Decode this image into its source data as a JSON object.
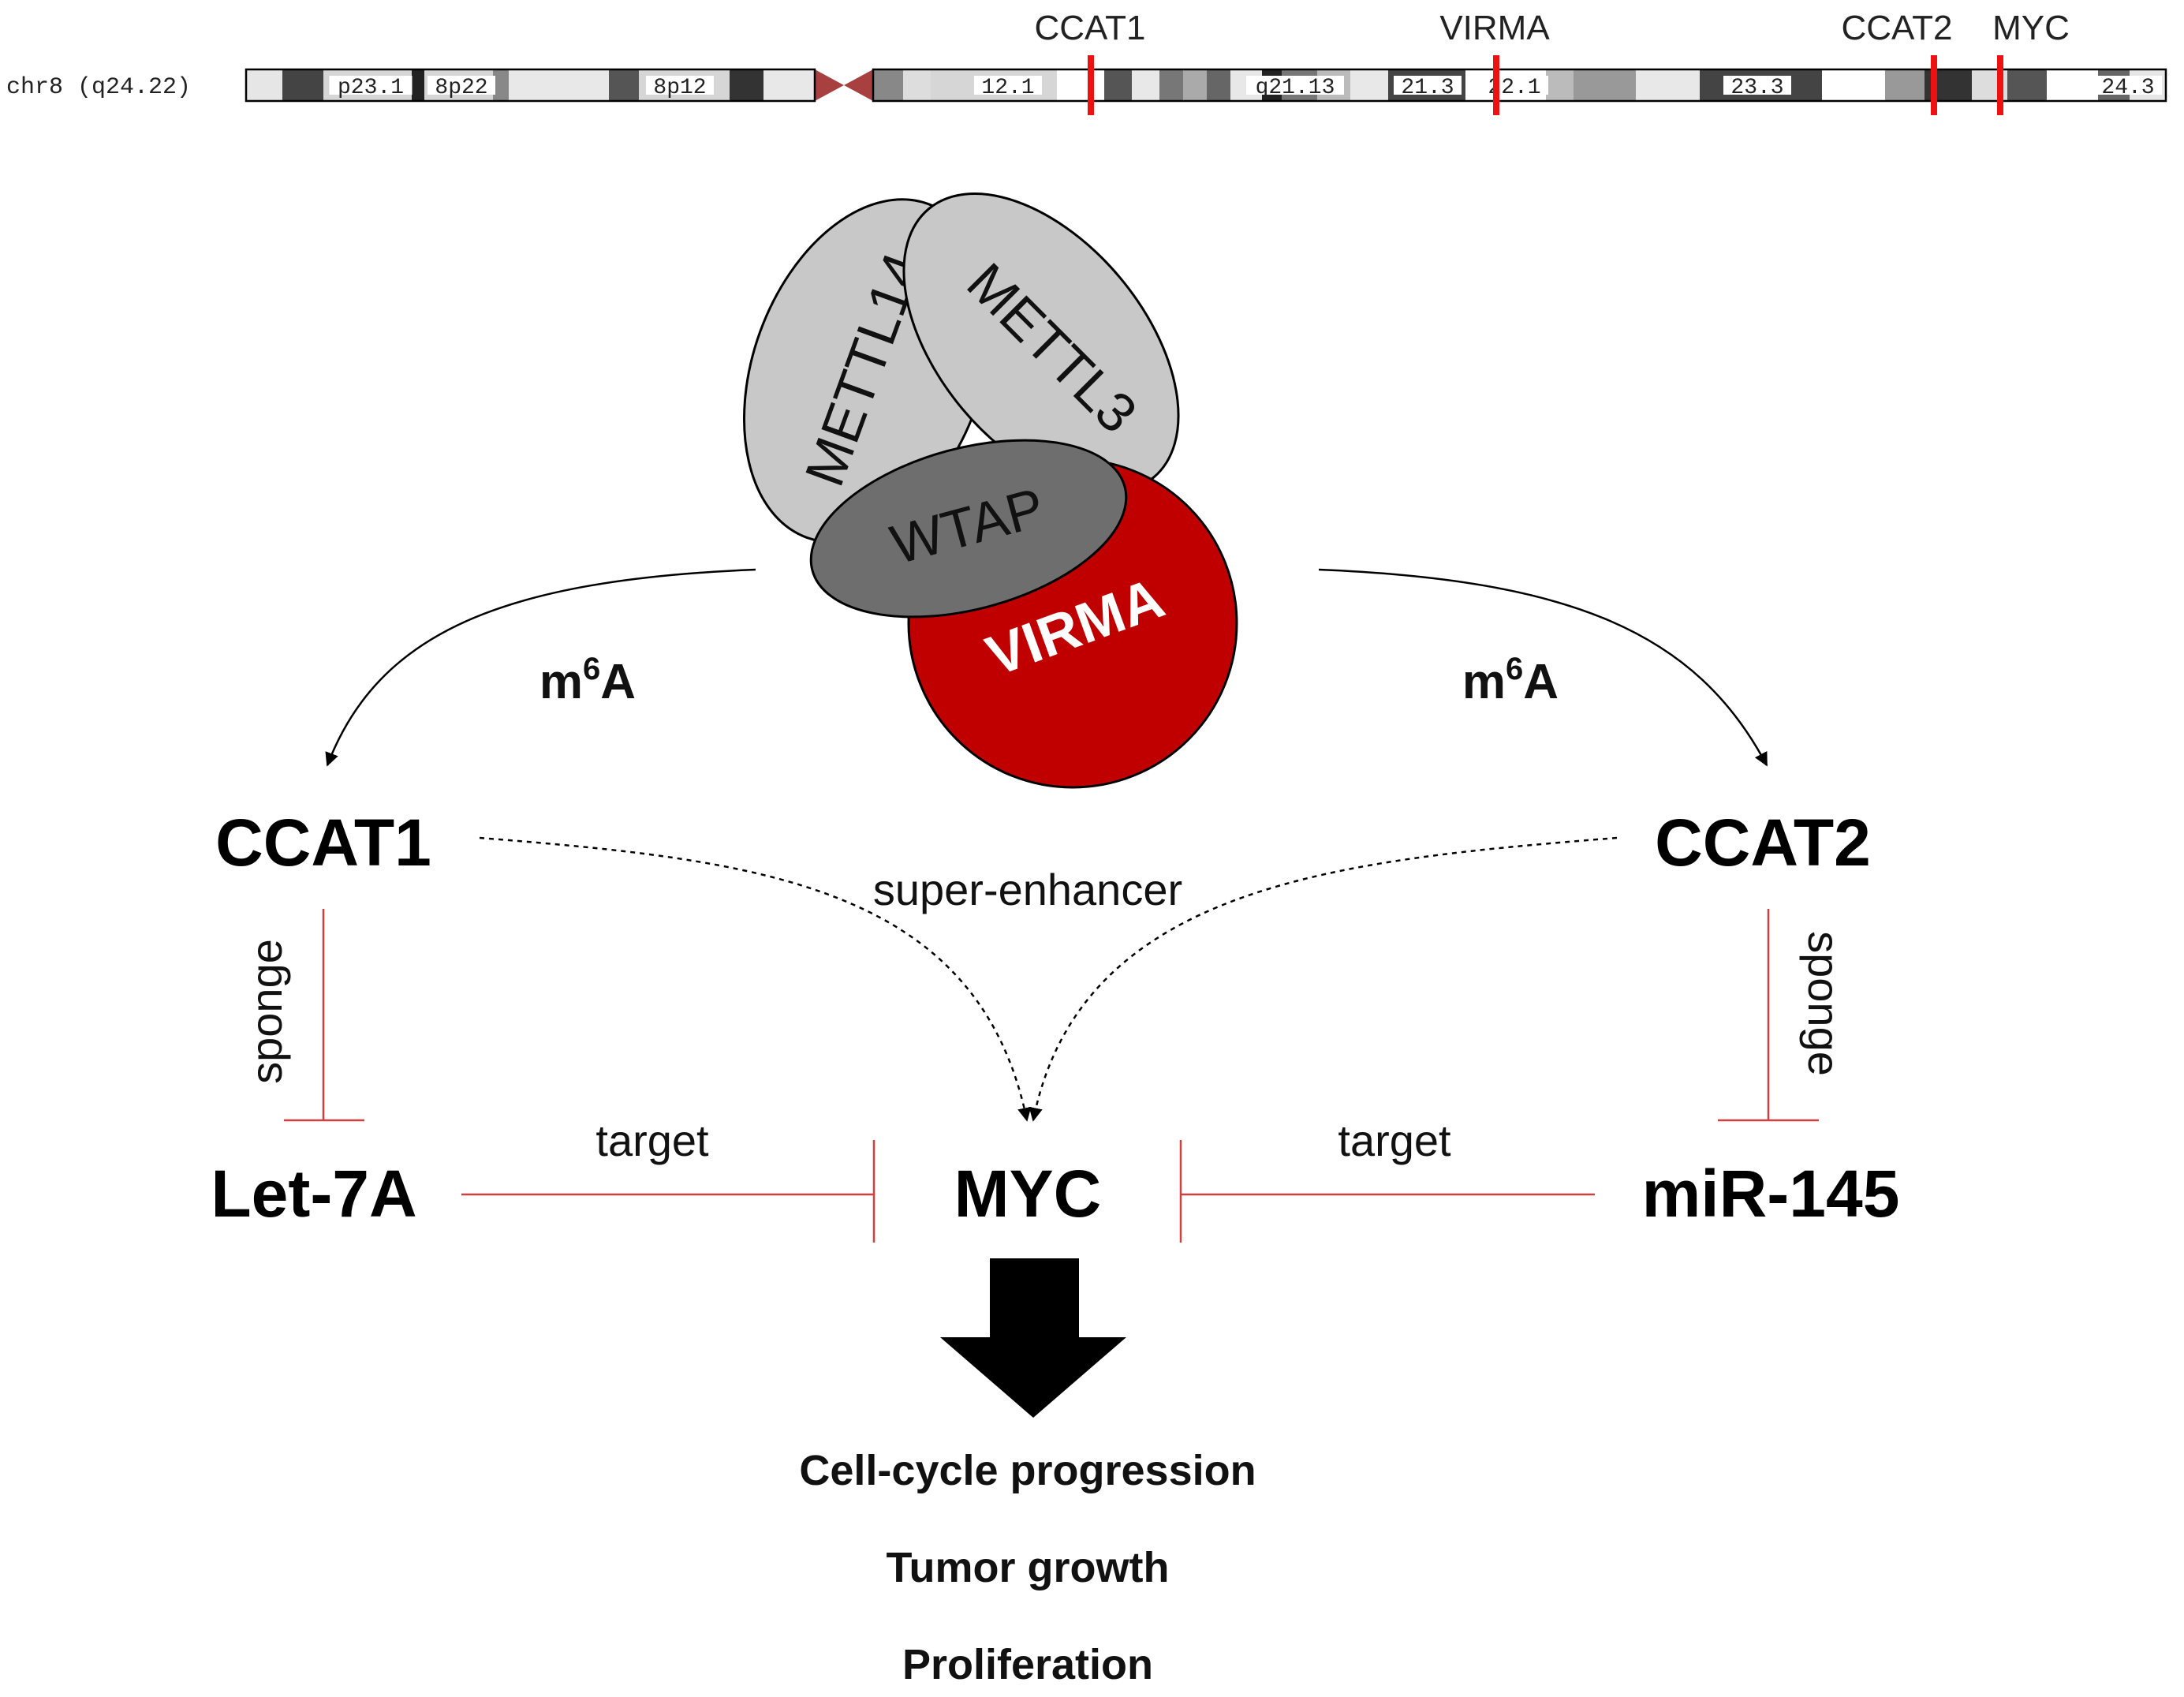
{
  "chromosome": {
    "label": "chr8 (q24.22)",
    "band_labels": [
      "p23.1",
      "8p22",
      "8p12",
      "12.1",
      "q21.13",
      "21.3",
      "22.1",
      "23.3",
      "24.3"
    ],
    "markers": [
      "CCAT1",
      "VIRMA",
      "CCAT2",
      "MYC"
    ],
    "marker_color": "#ee1111"
  },
  "complex": {
    "mettl14": "METTL14",
    "mettl3": "METTL3",
    "wtap": "WTAP",
    "virma": "VIRMA",
    "virma_color": "#c00000"
  },
  "arrows": {
    "left_mod": "m",
    "left_sup": "6",
    "left_tail": "A",
    "right_mod": "m",
    "right_sup": "6",
    "right_tail": "A"
  },
  "nodes": {
    "ccat1": "CCAT1",
    "ccat2": "CCAT2",
    "let7a": "Let-7A",
    "mir145": "miR-145",
    "myc": "MYC"
  },
  "edges": {
    "super_enhancer": "super-enhancer",
    "sponge_left": "sponge",
    "sponge_right": "sponge",
    "target_left": "target",
    "target_right": "target",
    "inhibit_color": "#d04040"
  },
  "outcomes": [
    "Cell-cycle progression",
    "Tumor growth",
    "Proliferation"
  ]
}
